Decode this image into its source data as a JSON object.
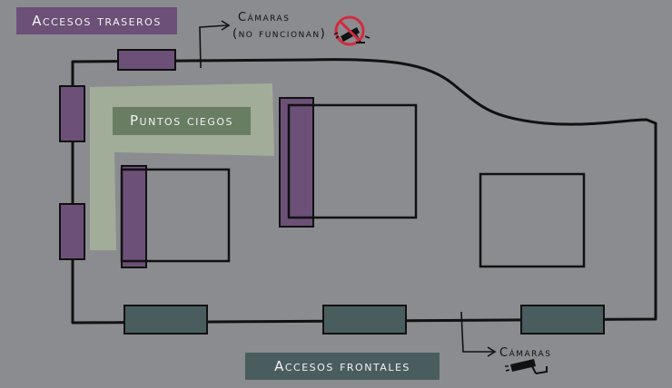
{
  "labels": {
    "rear_access": "Accesos traseros",
    "blind_spots": "Puntos ciegos",
    "front_access": "Accesos frontales",
    "cameras_top": "Cámaras",
    "cameras_top_note": "(no funcionan)",
    "cameras_bottom": "Cámaras"
  },
  "colors": {
    "background": "#8b8c90",
    "rear_access": "#6c5077",
    "blind_spot_zone": "#a3b09a",
    "blind_spot_label": "#697d63",
    "front_access": "#495d5e",
    "outline": "#111111",
    "no_camera_sign": "#d22b3f"
  },
  "icons": {
    "top_camera": "camera-crossed-out-icon",
    "bottom_camera": "security-camera-icon"
  }
}
